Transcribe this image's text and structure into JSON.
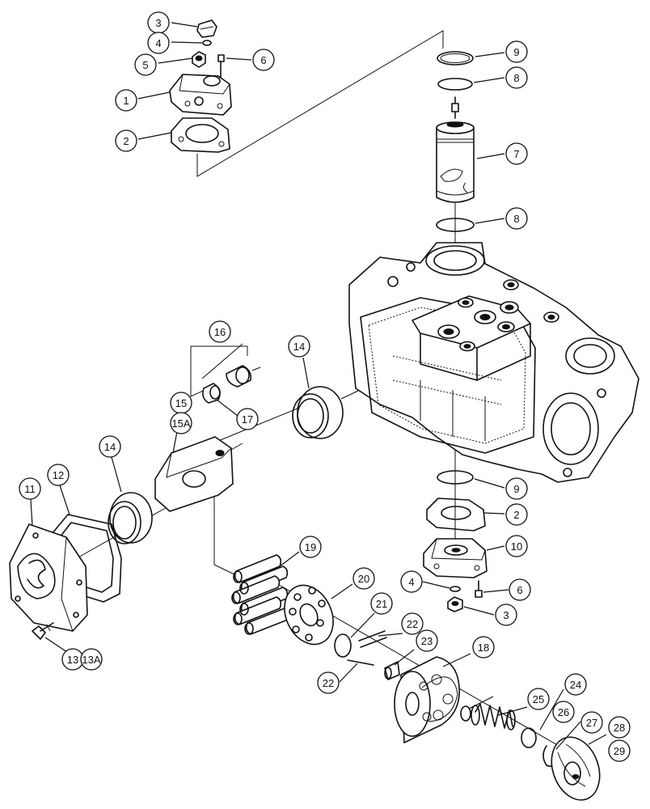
{
  "callouts": [
    {
      "id": "c3a",
      "text": "3"
    },
    {
      "id": "c4a",
      "text": "4"
    },
    {
      "id": "c5",
      "text": "5"
    },
    {
      "id": "c6a",
      "text": "6"
    },
    {
      "id": "c1",
      "text": "1"
    },
    {
      "id": "c2a",
      "text": "2"
    },
    {
      "id": "c9a",
      "text": "9"
    },
    {
      "id": "c8a",
      "text": "8"
    },
    {
      "id": "c7",
      "text": "7"
    },
    {
      "id": "c8b",
      "text": "8"
    },
    {
      "id": "c16",
      "text": "16"
    },
    {
      "id": "c14a",
      "text": "14"
    },
    {
      "id": "c15",
      "text": "15"
    },
    {
      "id": "c15A",
      "text": "15A"
    },
    {
      "id": "c17",
      "text": "17"
    },
    {
      "id": "c14b",
      "text": "14"
    },
    {
      "id": "c12",
      "text": "12"
    },
    {
      "id": "c11",
      "text": "11"
    },
    {
      "id": "c9b",
      "text": "9"
    },
    {
      "id": "c2b",
      "text": "2"
    },
    {
      "id": "c10",
      "text": "10"
    },
    {
      "id": "c19",
      "text": "19"
    },
    {
      "id": "c20",
      "text": "20"
    },
    {
      "id": "c4b",
      "text": "4"
    },
    {
      "id": "c6b",
      "text": "6"
    },
    {
      "id": "c3b",
      "text": "3"
    },
    {
      "id": "c21",
      "text": "21"
    },
    {
      "id": "c22a",
      "text": "22"
    },
    {
      "id": "c23",
      "text": "23"
    },
    {
      "id": "c18",
      "text": "18"
    },
    {
      "id": "c22b",
      "text": "22"
    },
    {
      "id": "c13",
      "text": "13"
    },
    {
      "id": "c13A",
      "text": "13A"
    },
    {
      "id": "c24",
      "text": "24"
    },
    {
      "id": "c25",
      "text": "25"
    },
    {
      "id": "c26",
      "text": "26"
    },
    {
      "id": "c27",
      "text": "27"
    },
    {
      "id": "c28",
      "text": "28"
    },
    {
      "id": "c29",
      "text": "29"
    }
  ]
}
